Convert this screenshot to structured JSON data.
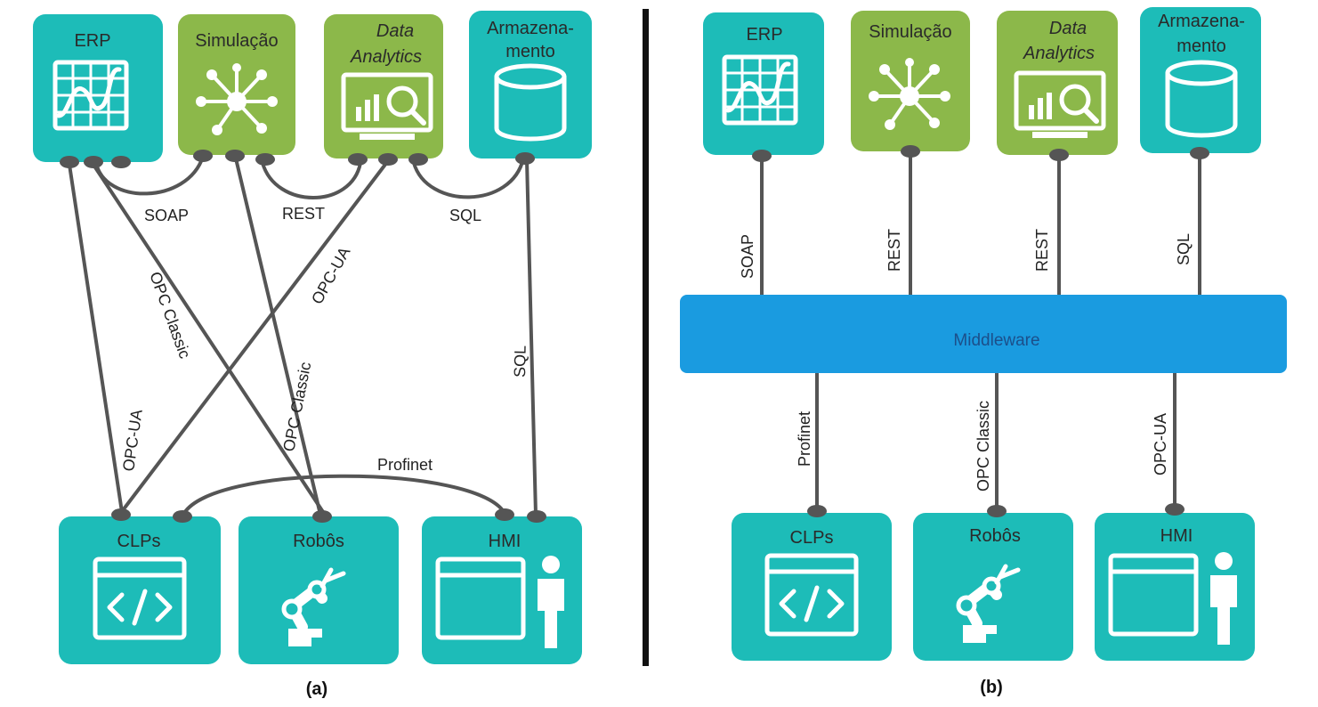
{
  "nodes": {
    "erp": "ERP",
    "simulacao": "Simulação",
    "analytics_1": "Data",
    "analytics_2": "Analytics",
    "armazenamento_1": "Armazena-",
    "armazenamento_2": "mento",
    "clps": "CLPs",
    "robos": "Robôs",
    "hmi": "HMI"
  },
  "edges_a": {
    "soap": "SOAP",
    "rest": "REST",
    "sql_top": "SQL",
    "opc_classic_1": "OPC Classic",
    "opc_ua_1": "OPC-UA",
    "opc_ua_2": "OPC-UA",
    "opc_classic_2": "OPC Classic",
    "sql_right": "SQL",
    "profinet": "Profinet"
  },
  "edges_b": {
    "soap": "SOAP",
    "rest_1": "REST",
    "rest_2": "REST",
    "sql": "SQL",
    "profinet": "Profinet",
    "opc_classic": "OPC Classic",
    "opc_ua": "OPC-UA"
  },
  "middleware": "Middleware",
  "captions": {
    "a": "(a)",
    "b": "(b)"
  },
  "colors": {
    "teal": "#1dbcb8",
    "green": "#8cb84a",
    "middleware": "#1a9be0",
    "wire": "#555555",
    "divider": "#111111"
  }
}
